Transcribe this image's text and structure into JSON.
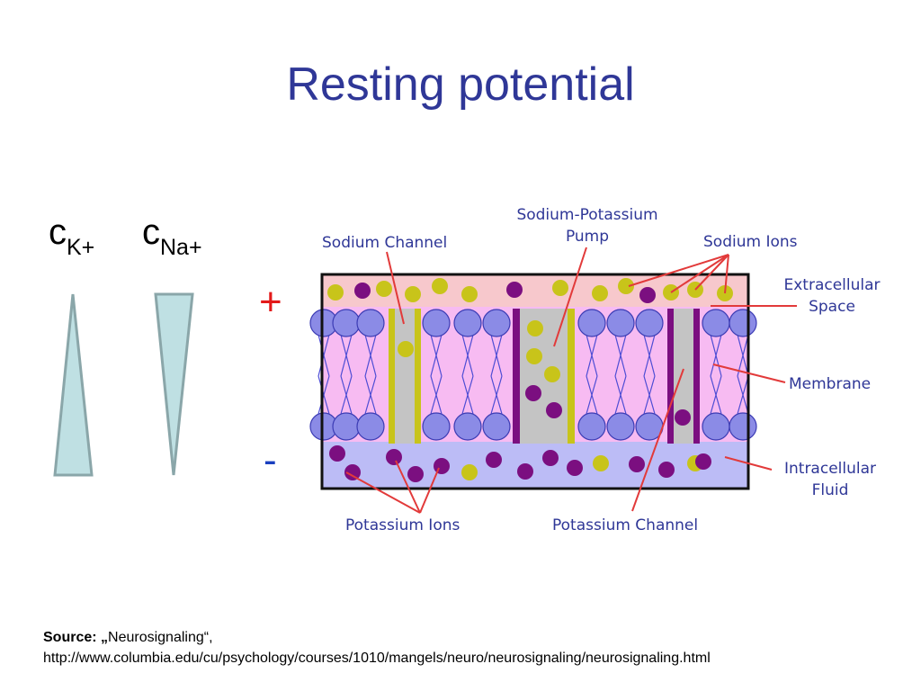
{
  "slide": {
    "title": "Resting potential"
  },
  "concentration": {
    "k_base": "c",
    "k_sub": "K+",
    "na_base": "c",
    "na_sub": "Na+"
  },
  "signs": {
    "plus": "+",
    "minus": "-"
  },
  "diagram_labels": {
    "sodium_channel": "Sodium Channel",
    "pump_line1": "Sodium-Potassium",
    "pump_line2": "Pump",
    "sodium_ions": "Sodium Ions",
    "extracellular_line1": "Extracellular",
    "extracellular_line2": "Space",
    "membrane": "Membrane",
    "intracellular_line1": "Intracellular",
    "intracellular_line2": "Fluid",
    "potassium_ions": "Potassium Ions",
    "potassium_channel": "Potassium Channel"
  },
  "source": {
    "label": "Source: „",
    "name": "Neurosignaling“,",
    "url": "http://www.columbia.edu/cu/psychology/courses/1010/mangels/neuro/neurosignaling/neurosignaling.html"
  },
  "colors": {
    "title": "#2f3797",
    "label_blue": "#2f3797",
    "plus": "#e31a1a",
    "minus": "#1a3fbf",
    "extracellular": "#f7c8cc",
    "intracellular": "#bcbcf6",
    "membrane": "#f7bbf2",
    "lipid_head": "#8b8be6",
    "sodium": "#c8c41a",
    "potassium": "#7b0f80",
    "triangle_fill": "#bfe0e3"
  }
}
